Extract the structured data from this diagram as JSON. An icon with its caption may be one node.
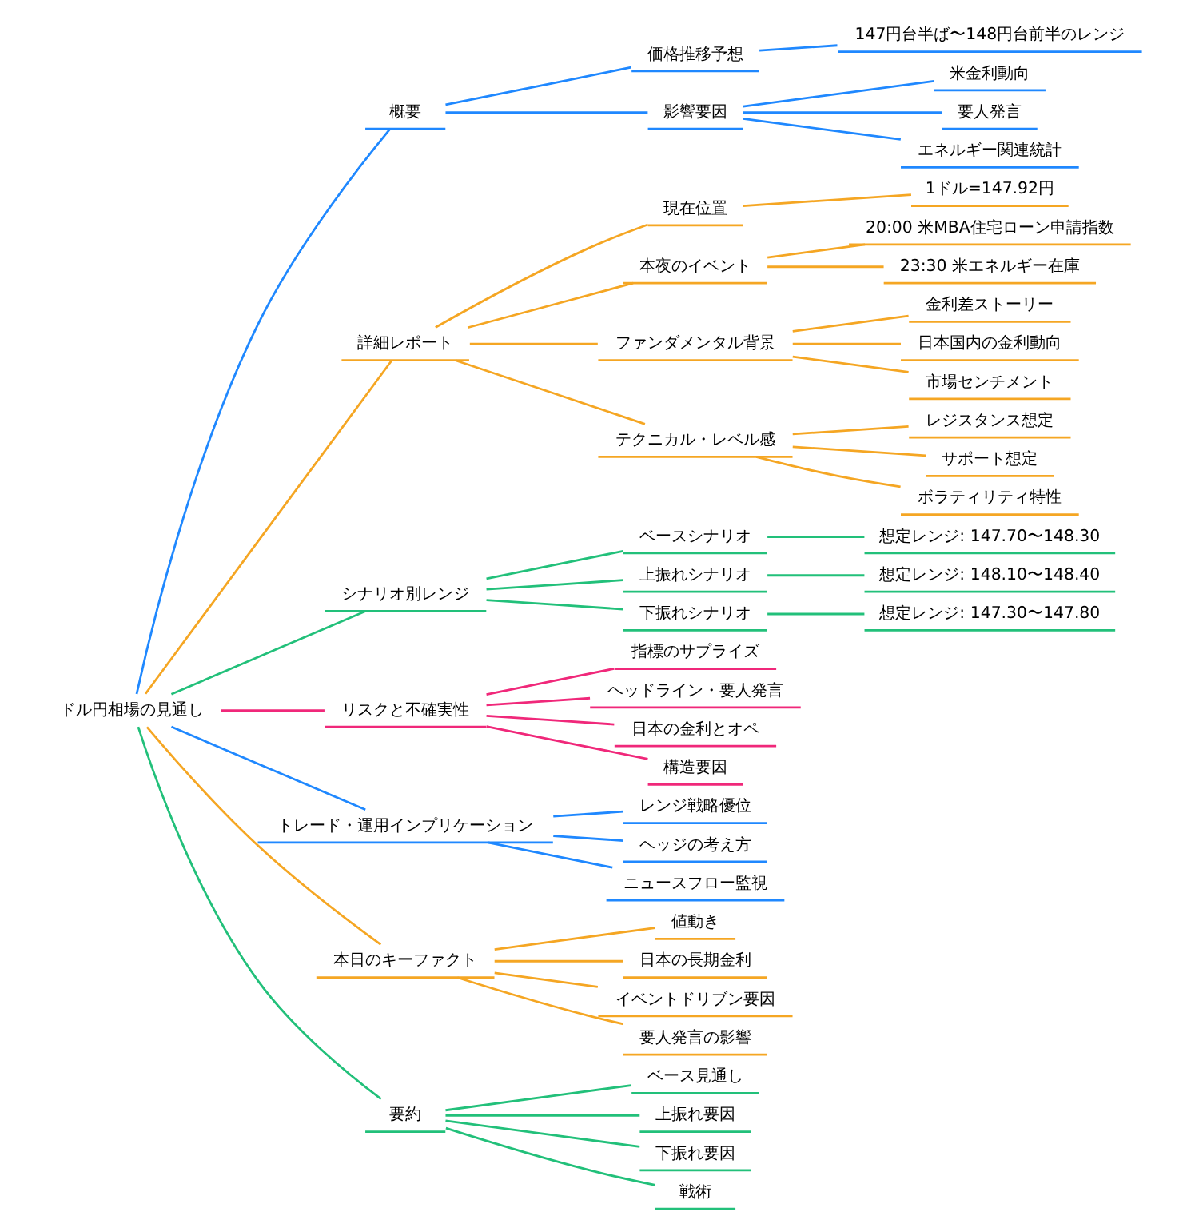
{
  "diagram": {
    "nodes": [
      {
        "text": [
          "ドル円相場の見通し"
        ]
      },
      {
        "text": [
          "概要"
        ]
      },
      {
        "text": [
          "価格推移予想"
        ]
      },
      {
        "text": [
          "147円台半ば〜148円台前半のレンジ"
        ]
      },
      {
        "text": [
          "影響要因"
        ]
      },
      {
        "text": [
          "米金利動向"
        ]
      },
      {
        "text": [
          "要人発言"
        ]
      },
      {
        "text": [
          "エネルギー関連統計"
        ]
      },
      {
        "text": [
          "詳細レポート"
        ]
      },
      {
        "text": [
          "現在位置"
        ]
      },
      {
        "text": [
          "1ドル=147.92円"
        ]
      },
      {
        "text": [
          "本夜のイベント"
        ]
      },
      {
        "text": [
          "20:00 米MBA住宅ローン申請指数"
        ]
      },
      {
        "text": [
          "23:30 米エネルギー在庫"
        ]
      },
      {
        "text": [
          "ファンダメンタル背景"
        ]
      },
      {
        "text": [
          "金利差ストーリー"
        ]
      },
      {
        "text": [
          "日本国内の金利動向"
        ]
      },
      {
        "text": [
          "市場センチメント"
        ]
      },
      {
        "text": [
          "テクニカル・レベル感"
        ]
      },
      {
        "text": [
          "レジスタンス想定"
        ]
      },
      {
        "text": [
          "サポート想定"
        ]
      },
      {
        "text": [
          "ボラティリティ特性"
        ]
      },
      {
        "text": [
          "シナリオ別レンジ"
        ]
      },
      {
        "text": [
          "ベースシナリオ"
        ]
      },
      {
        "text": [
          "想定レンジ: 147.70〜148.30"
        ]
      },
      {
        "text": [
          "上振れシナリオ"
        ]
      },
      {
        "text": [
          "想定レンジ: 148.10〜148.40"
        ]
      },
      {
        "text": [
          "下振れシナリオ"
        ]
      },
      {
        "text": [
          "想定レンジ: 147.30〜147.80"
        ]
      },
      {
        "text": [
          "リスクと不確実性"
        ]
      },
      {
        "text": [
          "指標のサプライズ"
        ]
      },
      {
        "text": [
          "ヘッドライン・要人発言"
        ]
      },
      {
        "text": [
          "日本の金利とオペ"
        ]
      },
      {
        "text": [
          "構造要因"
        ]
      },
      {
        "text": [
          "トレード・運用インプリケーション"
        ]
      },
      {
        "text": [
          "レンジ戦略優位"
        ]
      },
      {
        "text": [
          "ヘッジの考え方"
        ]
      },
      {
        "text": [
          "ニュースフロー監視"
        ]
      },
      {
        "text": [
          "本日のキーファクト"
        ]
      },
      {
        "text": [
          "値動き"
        ]
      },
      {
        "text": [
          "日本の長期金利"
        ]
      },
      {
        "text": [
          "イベントドリブン要因"
        ]
      },
      {
        "text": [
          "要人発言の影響"
        ]
      },
      {
        "text": [
          "要約"
        ]
      },
      {
        "text": [
          "ベース見通し"
        ]
      },
      {
        "text": [
          "上振れ要因"
        ]
      },
      {
        "text": [
          "下振れ要因"
        ]
      },
      {
        "text": [
          "戦術"
        ]
      }
    ],
    "edges": [
      {
        "from": 0,
        "to": 1,
        "arrow": "none",
        "color": "#1f88ff"
      },
      {
        "from": 1,
        "to": 2,
        "arrow": "none",
        "color": "#1f88ff"
      },
      {
        "from": 2,
        "to": 3,
        "arrow": "none",
        "color": "#1f88ff"
      },
      {
        "from": 1,
        "to": 4,
        "arrow": "none",
        "color": "#1f88ff"
      },
      {
        "from": 4,
        "to": 5,
        "arrow": "none",
        "color": "#1f88ff"
      },
      {
        "from": 4,
        "to": 6,
        "arrow": "none",
        "color": "#1f88ff"
      },
      {
        "from": 4,
        "to": 7,
        "arrow": "none",
        "color": "#1f88ff"
      },
      {
        "from": 0,
        "to": 8,
        "arrow": "none"
      },
      {
        "from": 8,
        "to": 9,
        "arrow": "none"
      },
      {
        "from": 9,
        "to": 10,
        "arrow": "none"
      },
      {
        "from": 8,
        "to": 11,
        "arrow": "none"
      },
      {
        "from": 11,
        "to": 12,
        "arrow": "none"
      },
      {
        "from": 11,
        "to": 13,
        "arrow": "none"
      },
      {
        "from": 8,
        "to": 14,
        "arrow": "none"
      },
      {
        "from": 14,
        "to": 15,
        "arrow": "none"
      },
      {
        "from": 14,
        "to": 16,
        "arrow": "none"
      },
      {
        "from": 14,
        "to": 17,
        "arrow": "none"
      },
      {
        "from": 8,
        "to": 18,
        "arrow": "none"
      },
      {
        "from": 18,
        "to": 19,
        "arrow": "none"
      },
      {
        "from": 18,
        "to": 20,
        "arrow": "none"
      },
      {
        "from": 18,
        "to": 21,
        "arrow": "none"
      },
      {
        "from": 0,
        "to": 22,
        "arrow": "none",
        "color": "#22c07a"
      },
      {
        "from": 22,
        "to": 23,
        "arrow": "none",
        "color": "#22c07a"
      },
      {
        "from": 23,
        "to": 24,
        "arrow": "none",
        "color": "#22c07a"
      },
      {
        "from": 22,
        "to": 25,
        "arrow": "none",
        "color": "#22c07a"
      },
      {
        "from": 25,
        "to": 26,
        "arrow": "none",
        "color": "#22c07a"
      },
      {
        "from": 22,
        "to": 27,
        "arrow": "none",
        "color": "#22c07a"
      },
      {
        "from": 27,
        "to": 28,
        "arrow": "none",
        "color": "#22c07a"
      },
      {
        "from": 0,
        "to": 29,
        "arrow": "none",
        "color": "#f0287a"
      },
      {
        "from": 29,
        "to": 30,
        "arrow": "none",
        "color": "#f0287a"
      },
      {
        "from": 29,
        "to": 31,
        "arrow": "none",
        "color": "#f0287a"
      },
      {
        "from": 29,
        "to": 32,
        "arrow": "none",
        "color": "#f0287a"
      },
      {
        "from": 29,
        "to": 33,
        "arrow": "none",
        "color": "#f0287a"
      },
      {
        "from": 0,
        "to": 34,
        "arrow": "none",
        "color": "#1f88ff"
      },
      {
        "from": 34,
        "to": 35,
        "arrow": "none",
        "color": "#1f88ff"
      },
      {
        "from": 34,
        "to": 36,
        "arrow": "none",
        "color": "#1f88ff"
      },
      {
        "from": 34,
        "to": 37,
        "arrow": "none",
        "color": "#1f88ff"
      },
      {
        "from": 0,
        "to": 38,
        "arrow": "none"
      },
      {
        "from": 38,
        "to": 39,
        "arrow": "none"
      },
      {
        "from": 38,
        "to": 40,
        "arrow": "none"
      },
      {
        "from": 38,
        "to": 41,
        "arrow": "none"
      },
      {
        "from": 38,
        "to": 42,
        "arrow": "none"
      },
      {
        "from": 0,
        "to": 43,
        "arrow": "none",
        "color": "#22c07a"
      },
      {
        "from": 43,
        "to": 44,
        "arrow": "none",
        "color": "#22c07a"
      },
      {
        "from": 43,
        "to": 45,
        "arrow": "none",
        "color": "#22c07a"
      },
      {
        "from": 43,
        "to": 46,
        "arrow": "none",
        "color": "#22c07a"
      },
      {
        "from": 43,
        "to": 47,
        "arrow": "none",
        "color": "#22c07a"
      }
    ]
  }
}
